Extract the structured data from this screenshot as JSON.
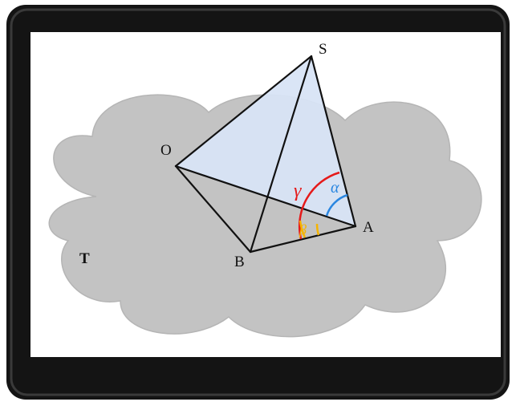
{
  "diagram": {
    "points": {
      "S": "S",
      "O": "O",
      "A": "A",
      "B": "B",
      "T": "T"
    },
    "angles": {
      "alpha": "α",
      "beta": "β",
      "gamma": "γ"
    },
    "colors": {
      "frame": "#141414",
      "face_fill": "#d8e4f6",
      "cloud_fill": "#c3c3c3",
      "alpha_arc": "#2a86e0",
      "beta_arc": "#f5b400",
      "gamma_arc": "#e51a1a",
      "edges": "#111111"
    }
  }
}
